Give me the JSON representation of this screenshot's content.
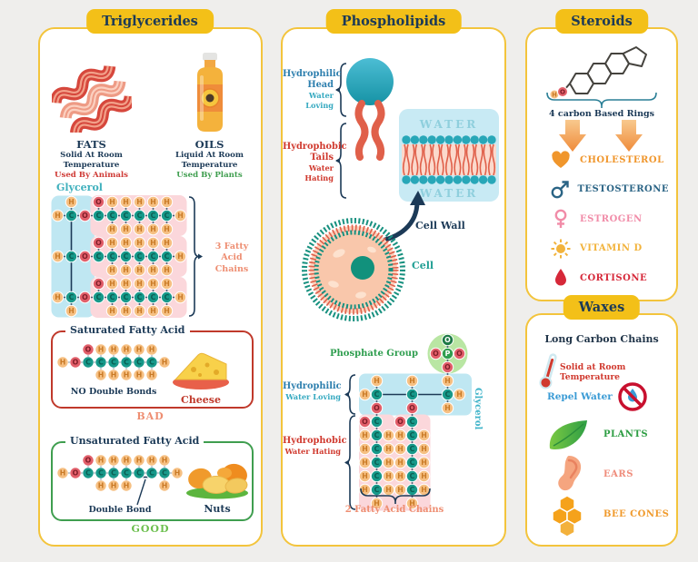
{
  "colors": {
    "panel_border": "#f3c43c",
    "header_bg": "#f3c018",
    "navy": "#1c3a57",
    "red": "#cf3a35",
    "teal": "#2aa79e",
    "salmon": "#ee8e72",
    "green": "#58b64c",
    "bond": "#1c3a57",
    "steroid_brace": "#2a7f96"
  },
  "atoms": {
    "C": "C",
    "H": "H",
    "O": "O",
    "P": "P"
  },
  "panels": {
    "triglycerides": {
      "title": "Triglycerides",
      "fats": {
        "name": "FATS",
        "line1": "Solid At Room",
        "line2": "Temperature",
        "line3": "Used By Animals"
      },
      "oils": {
        "name": "OILS",
        "line1": "Liquid At Room",
        "line2": "Temperature",
        "line3": "Used By Plants"
      },
      "glycerol_label": "Glycerol",
      "molecule": {
        "chains": 3,
        "carbons_per_chain": 6
      },
      "chains_brace_label": "3 Fatty Acid Chains",
      "saturated": {
        "title": "Saturated Fatty Acid",
        "carbons": 6,
        "note": "NO Double Bonds",
        "food": "Cheese",
        "verdict": "BAD"
      },
      "unsaturated": {
        "title": "Unsaturated Fatty Acid",
        "carbons": 7,
        "note": "Double Bond",
        "food": "Nuts",
        "verdict": "GOOD"
      }
    },
    "phospholipids": {
      "title": "Phospholipids",
      "head_label": {
        "title": "Hydrophilic",
        "title2": "Head",
        "sub": "Water Loving"
      },
      "tails_label": {
        "title": "Hydrophobic",
        "title2": "Tails",
        "sub": "Water Hating"
      },
      "water_label": "WATER",
      "cell_wall_label": "Cell Wall",
      "cell_label": "Cell",
      "phosphate_label": "Phosphate Group",
      "glycerol_label": "Glycerol",
      "hydrophilic2": {
        "title": "Hydrophilic",
        "sub": "Water Loving"
      },
      "hydrophobic2": {
        "title": "Hydrophobic",
        "sub": "Water Hating"
      },
      "molecule": {
        "chains": 2,
        "carbons_per_chain": 6
      },
      "chains_brace_label": "2 Fatty Acid Chains"
    },
    "steroids": {
      "title": "Steroids",
      "rings_label": "4 carbon Based Rings",
      "items": [
        {
          "name": "CHOLESTEROL",
          "icon": "heart-icon",
          "color": "#f0962c"
        },
        {
          "name": "TESTOSTERONE",
          "icon": "male-icon",
          "color": "#2b6485"
        },
        {
          "name": "ESTROGEN",
          "icon": "female-icon",
          "color": "#f18ca8"
        },
        {
          "name": "VITAMIN D",
          "icon": "sun-icon",
          "color": "#f2b33c"
        },
        {
          "name": "CORTISONE",
          "icon": "droplet-icon",
          "color": "#d62839"
        }
      ]
    },
    "waxes": {
      "title": "Waxes",
      "props": [
        {
          "text": "Long Carbon Chains",
          "color": "#22364a"
        },
        {
          "text": "Solid at Room Temperature",
          "color": "#d0392e"
        },
        {
          "text": "Repel Water",
          "color": "#3a9bd5"
        }
      ],
      "items": [
        {
          "name": "PLANTS",
          "icon": "leaf-icon",
          "color": "#2e9e44"
        },
        {
          "name": "EARS",
          "icon": "ear-icon",
          "color": "#ef8d7c"
        },
        {
          "name": "BEE CONES",
          "icon": "honeycomb-icon",
          "color": "#f09a2c"
        }
      ]
    }
  }
}
